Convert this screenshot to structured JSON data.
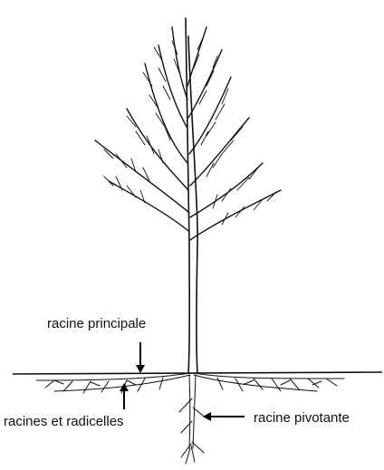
{
  "labels": {
    "main_root": "racine principale",
    "fine_roots": "racines et radicelles",
    "tap_root": "racine pivotante"
  },
  "colors": {
    "ink": "#111111",
    "background": "#ffffff"
  }
}
